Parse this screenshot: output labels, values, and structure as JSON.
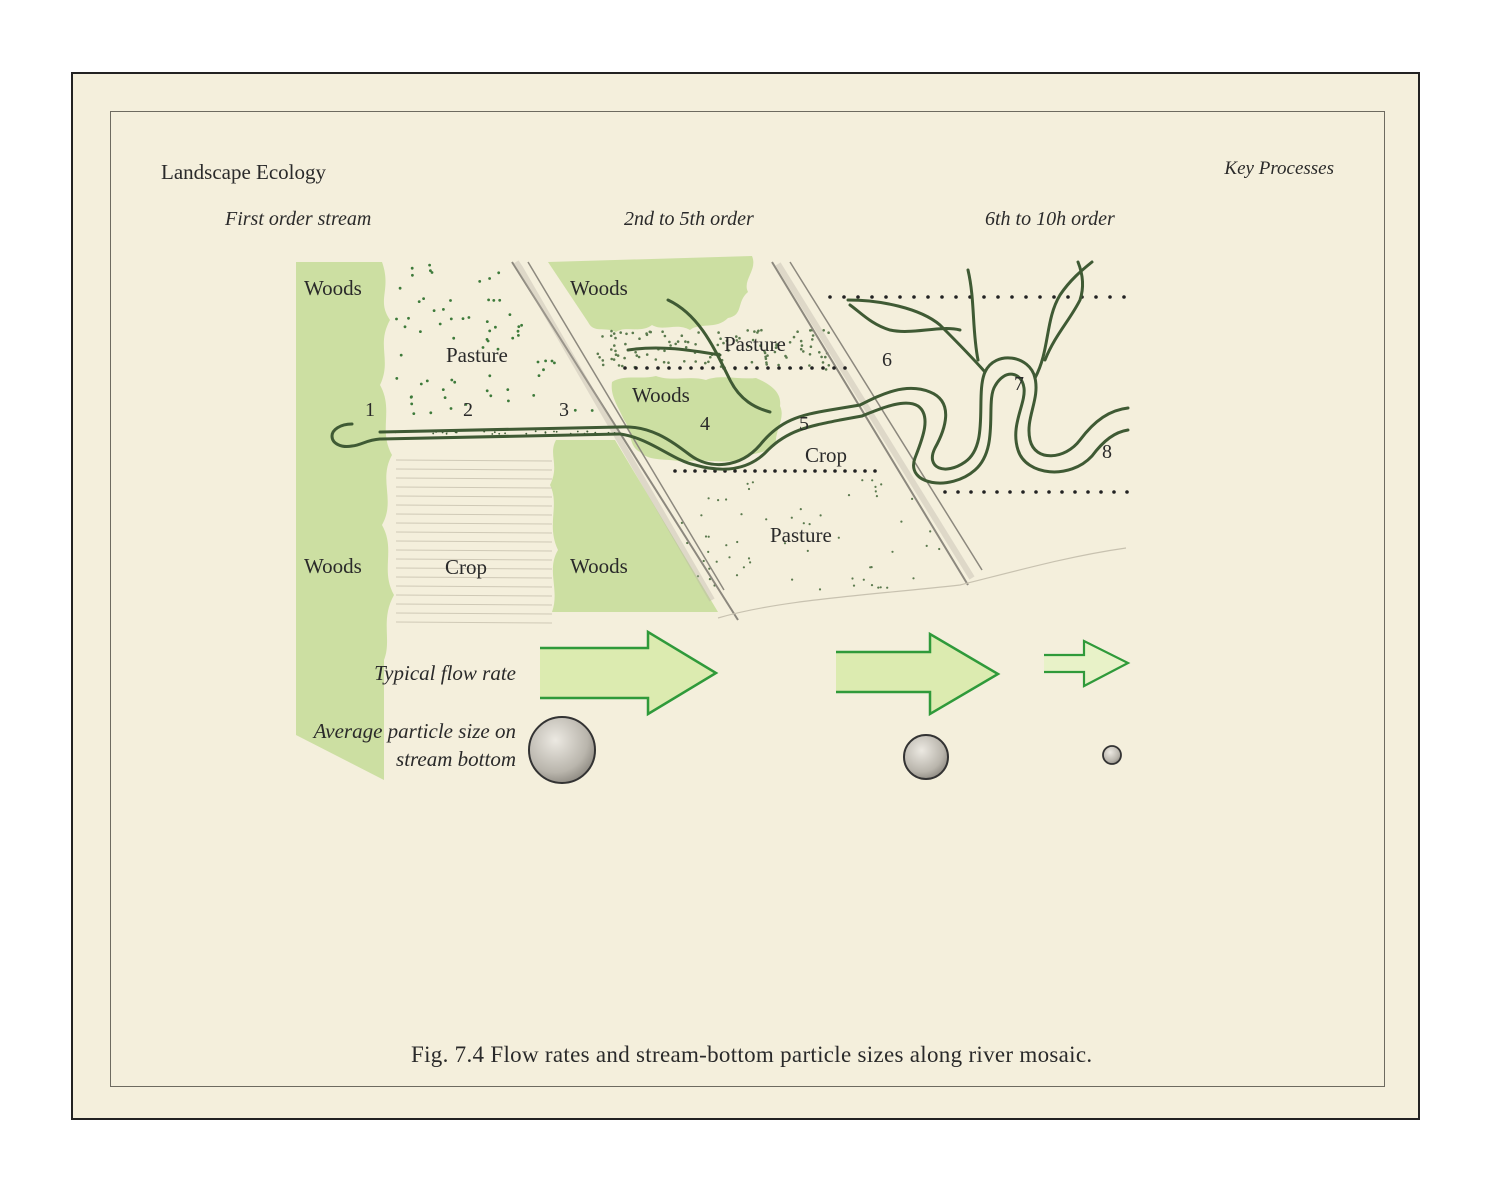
{
  "header": {
    "left_title": "Landscape Ecology",
    "right_title": "Key Processes"
  },
  "stage_titles": [
    "First order stream",
    "2nd to 5th order",
    "6th to 10h order"
  ],
  "land_labels": {
    "woods_top_left": "Woods",
    "pasture_top_left": "Pasture",
    "woods_bottom_left": "Woods",
    "crop_bottom_left": "Crop",
    "woods_bottom_mid": "Woods",
    "woods_top_mid": "Woods",
    "pasture_mid": "Pasture",
    "woods_mid": "Woods",
    "crop_mid": "Crop",
    "pasture_bottom_mid": "Pasture"
  },
  "stream_points": [
    "1",
    "2",
    "3",
    "4",
    "5",
    "6",
    "7",
    "8"
  ],
  "legend": {
    "flow_label": "Typical flow rate",
    "particle_label_line1": "Average particle size on",
    "particle_label_line2": "stream bottom"
  },
  "caption": "Fig. 7.4 Flow rates and stream-bottom particle sizes along river mosaic.",
  "colors": {
    "paper": "#f4efdc",
    "woods_green": "#c4dc98",
    "stream_line": "#3f5a34",
    "arrow_green": "#2f9a3a",
    "arrow_fill": "#dcebb0"
  }
}
